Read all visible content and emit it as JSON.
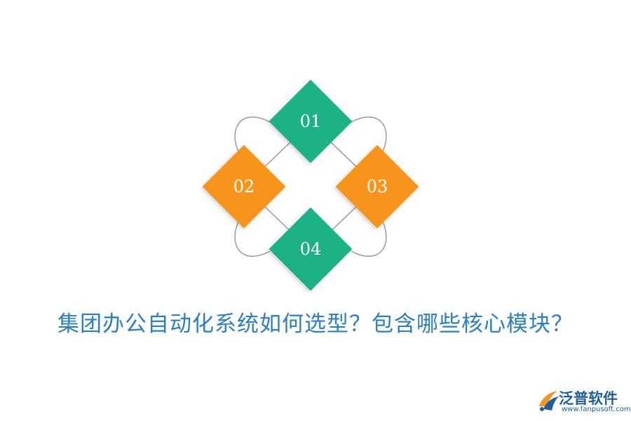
{
  "diagram": {
    "items": [
      {
        "label": "01",
        "color": "#1fb286"
      },
      {
        "label": "02",
        "color": "#f7941d"
      },
      {
        "label": "03",
        "color": "#f7941d"
      },
      {
        "label": "04",
        "color": "#1fb286"
      }
    ],
    "connector_color": "#9a9a9a"
  },
  "title": "集团办公自动化系统如何选型？包含哪些核心模块？",
  "logo": {
    "name": "泛普软件",
    "url": "www.fanpusoft.com",
    "color": "#1f5f9a",
    "accent": "#f7941d"
  }
}
